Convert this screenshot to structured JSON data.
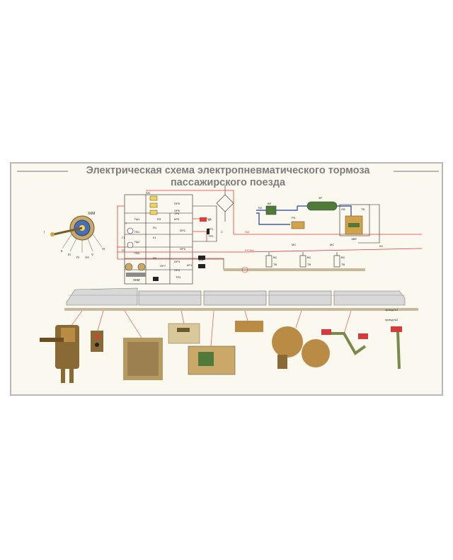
{
  "title": {
    "line1": "Электрическая схема электропневматического тормоза",
    "line2": "пассажирского поезда"
  },
  "labels": {
    "controller": "ХКМ",
    "controller_pos_1": "I",
    "controller_pos_2": "II",
    "controller_pos_3": "III",
    "controller_pos_4": "IV",
    "controller_pos_5": "V",
    "controller_pos_6": "VI",
    "controller_pos_7": "VА",
    "controller_bottom": "ХКМ",
    "pr1": "Пр1",
    "gv1": "ГВ1",
    "pr2": "Пр2",
    "gv2": "ГВ2",
    "g": "Г",
    "g1": "Г1",
    "g2": "Г2",
    "r1": "R1",
    "r2": "R2",
    "r3": "R3",
    "k1": "К1",
    "kr1": "КР1",
    "kr2": "КР2",
    "kr3": "КР",
    "op1": "ОР1",
    "op2": "ОР2",
    "op3": "ОР3",
    "op4": "ОР4",
    "op5": "ОР5",
    "op6": "ОР6",
    "op7": "ОР7",
    "tp1": "ТР1",
    "tp2": "ТР2",
    "tp3": "ТР3",
    "tp4": "ТР4",
    "tp5": "ТР5",
    "cc": "СС",
    "c": "С",
    "vp": "ВР",
    "tm": "ТМ",
    "zr": "ЗР",
    "ov": "ОВ",
    "tv": "ТВ",
    "rk": "РК",
    "ep": "ЭВР",
    "vc1": "ВС",
    "tv1": "ТВ",
    "vc2": "ВС",
    "tv2": "ТВ",
    "vc3": "ВС",
    "tv3": "ТВ",
    "mc1": "МС",
    "mc2": "МС",
    "no2": "№2",
    "rp1": "РП №1",
    "k3": "К3",
    "wire_label_a": "провод №1",
    "wire_label_b": "провод №2"
  }
}
